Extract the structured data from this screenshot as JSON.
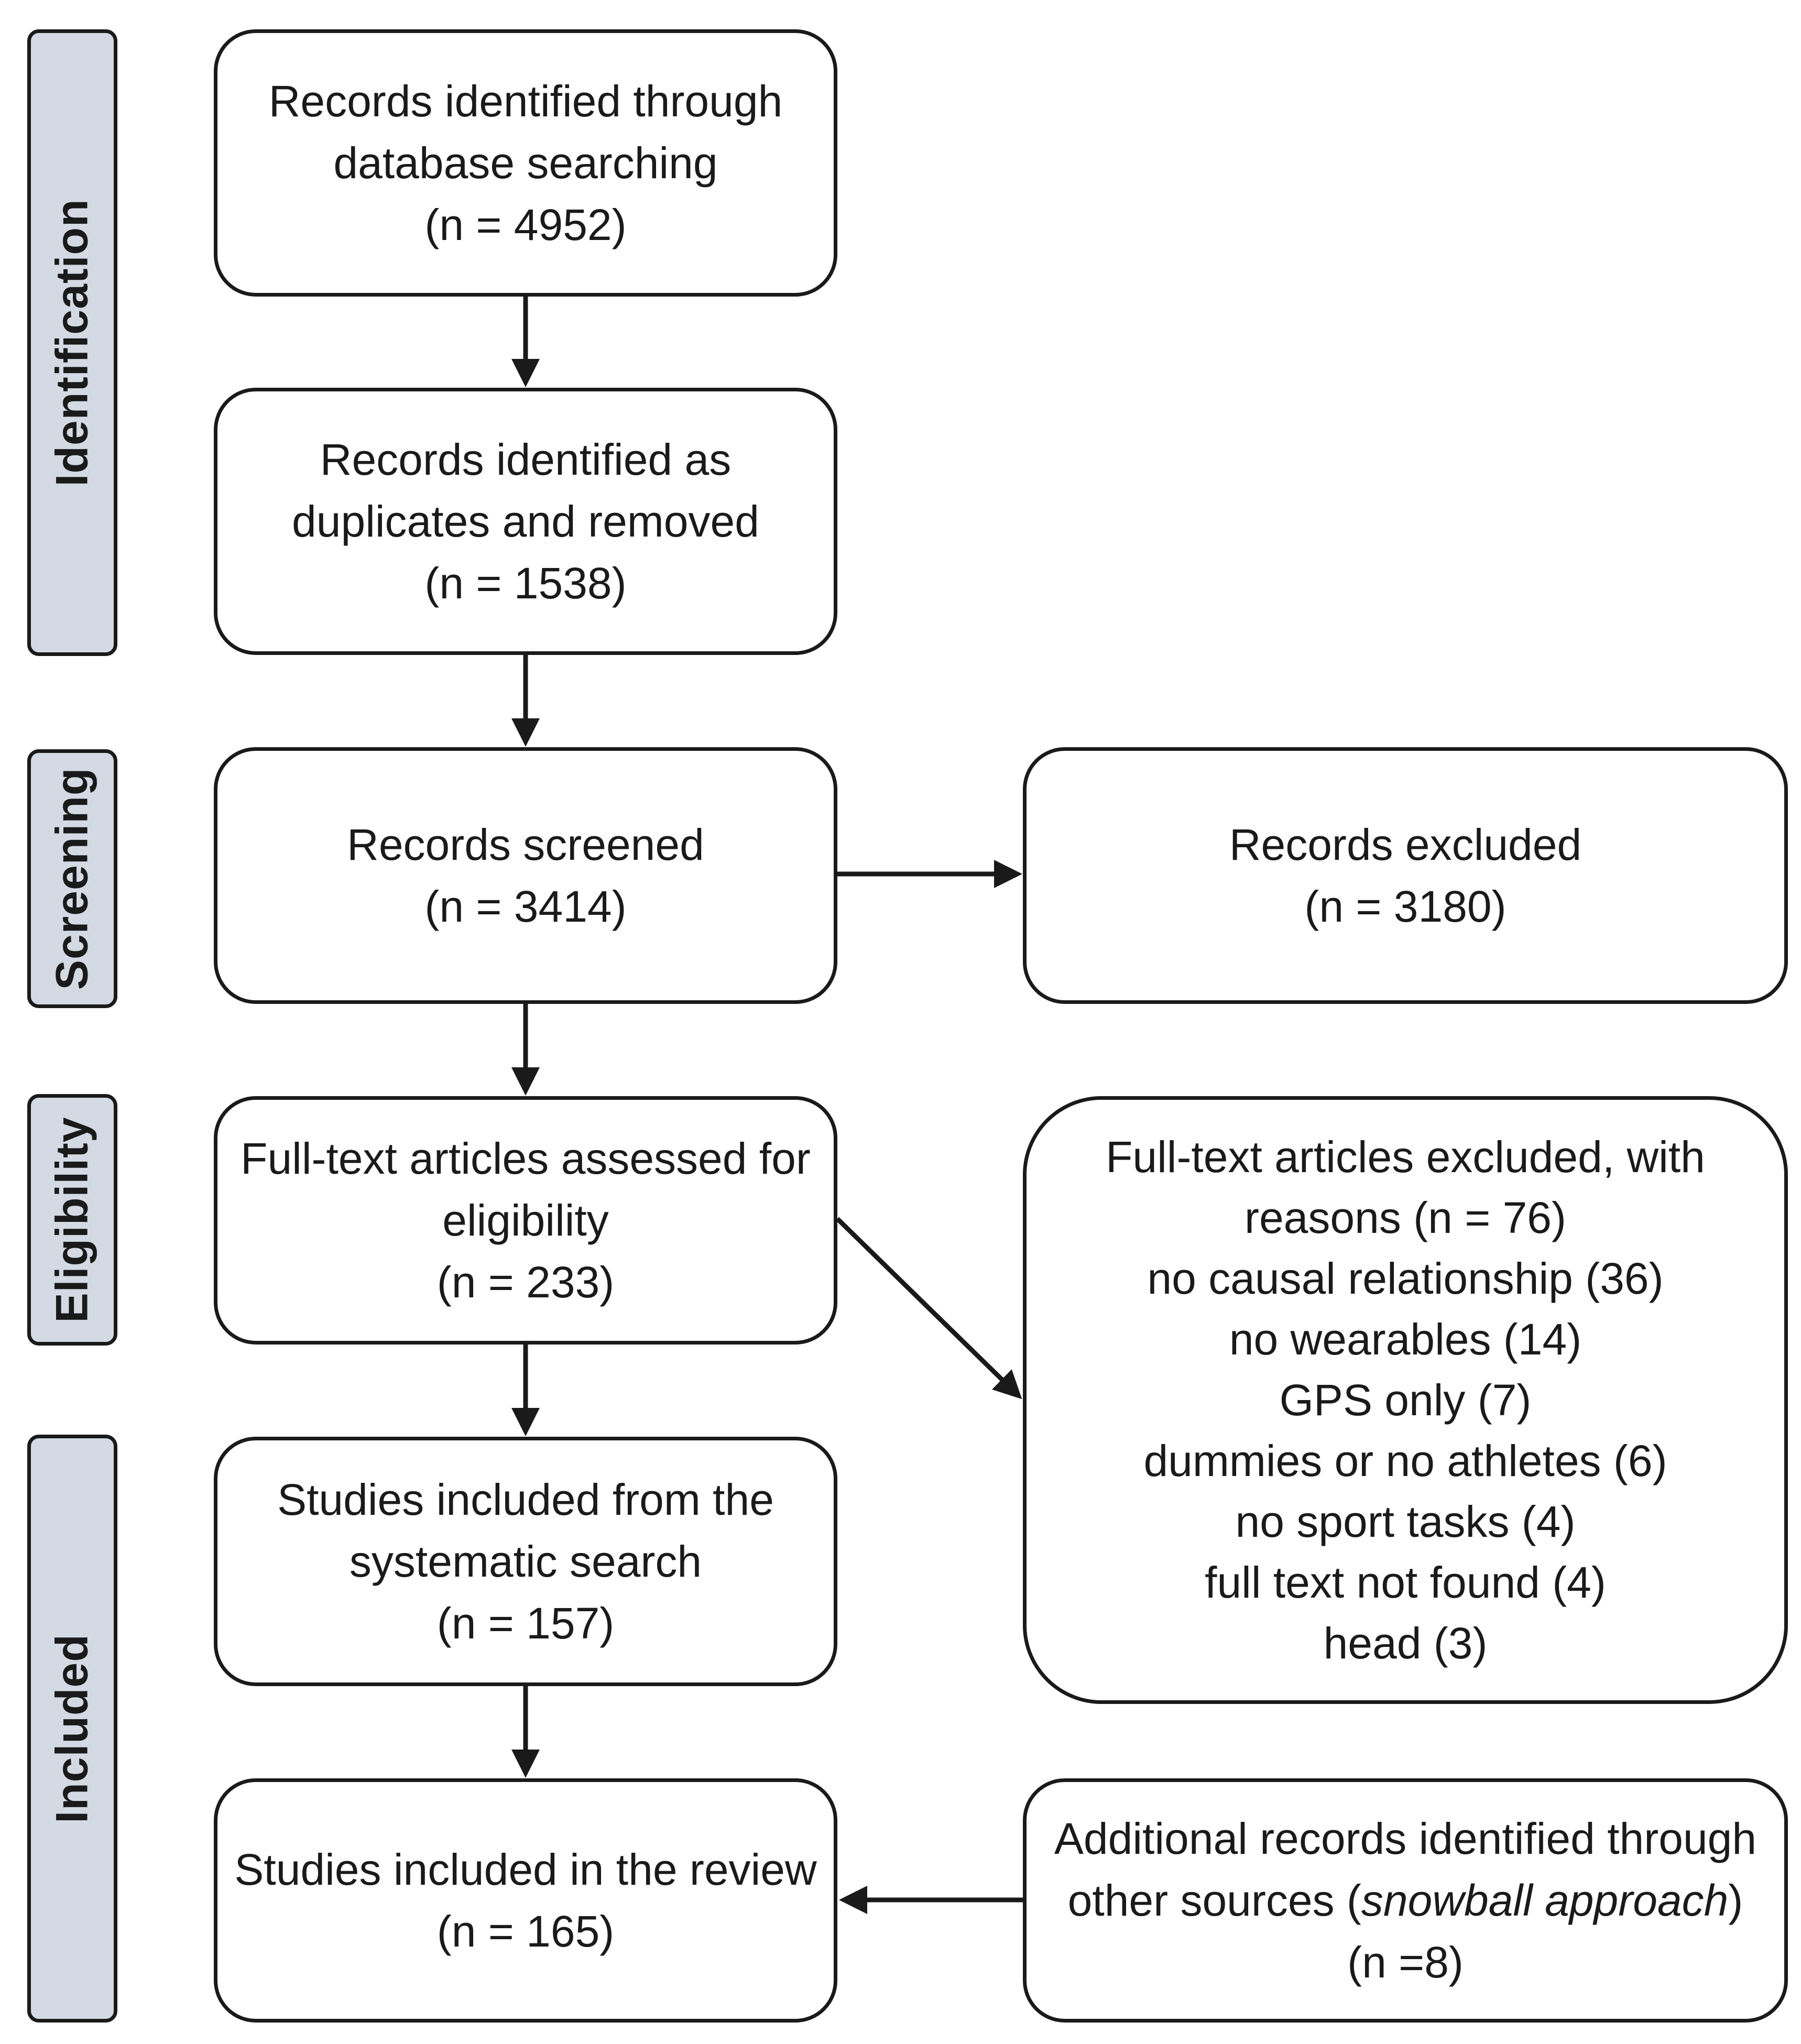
{
  "phases": {
    "identification": "Identification",
    "screening": "Screening",
    "eligibility": "Eligibility",
    "included": "Included"
  },
  "boxes": {
    "identified": [
      "Records identified through",
      "database searching",
      "(n = 4952)"
    ],
    "duplicates": [
      "Records identified as",
      "duplicates and removed",
      "(n = 1538)"
    ],
    "screened": [
      "Records screened",
      "(n = 3414)"
    ],
    "excluded": [
      "Records excluded",
      "(n = 3180)"
    ],
    "fulltext": [
      "Full-text articles assessed for",
      "eligibility",
      "(n = 233)"
    ],
    "fulltext_excluded": [
      "Full-text articles excluded, with",
      "reasons (n = 76)",
      "no causal relationship (36)",
      "no wearables (14)",
      "GPS only (7)",
      "dummies or no athletes (6)",
      "no sport tasks (4)",
      "full text not found (4)",
      "head (3)"
    ],
    "systematic": [
      "Studies included from the",
      "systematic search",
      "(n = 157)"
    ],
    "review": [
      "Studies included in the review",
      "(n =  165)"
    ],
    "additional": {
      "line1": "Additional records identified through",
      "line2_prefix": "other sources (",
      "line2_italic": "snowball approach",
      "line2_suffix": ")",
      "line3": "(n =8)"
    }
  },
  "colors": {
    "phase_fill": "#d4dae4",
    "stroke": "#1a1a1a",
    "box_fill": "#ffffff"
  }
}
